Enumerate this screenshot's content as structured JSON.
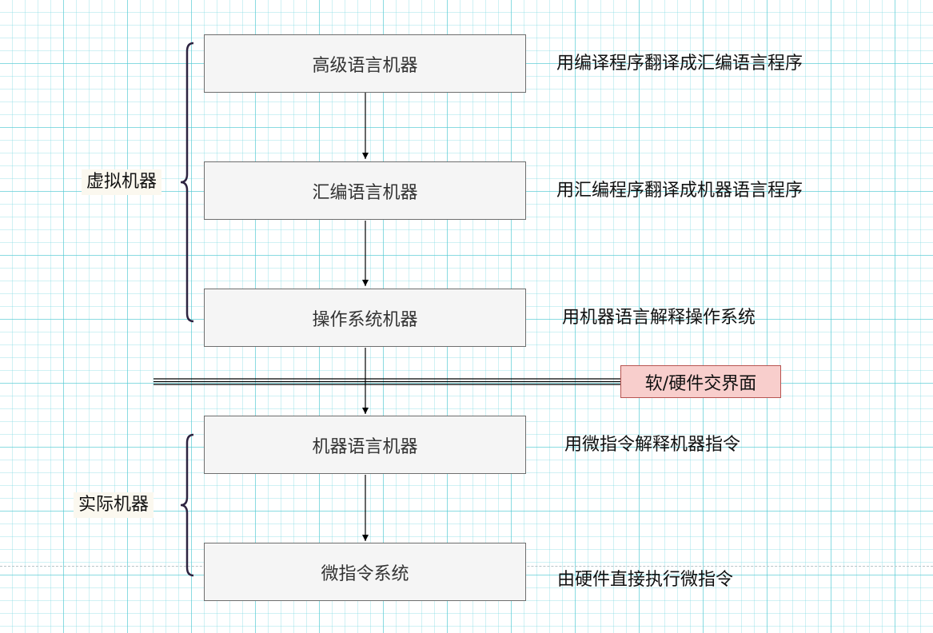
{
  "boxes": [
    {
      "label": "高级语言机器"
    },
    {
      "label": "汇编语言机器"
    },
    {
      "label": "操作系统机器"
    },
    {
      "label": "机器语言机器"
    },
    {
      "label": "微指令系统"
    }
  ],
  "descriptions": [
    "用编译程序翻译成汇编语言程序",
    "用汇编程序翻译成机器语言程序",
    "用机器语言解释操作系统",
    "用微指令解释机器指令",
    "由硬件直接执行微指令"
  ],
  "groups": {
    "virtual": "虚拟机器",
    "real": "实际机器"
  },
  "interface_label": "软/硬件交界面",
  "colors": {
    "box_fill": "#f5f5f5",
    "box_border": "#6e6e6e",
    "interface_fill": "#f8cecc",
    "interface_border": "#b85450",
    "brace": "#2e2340",
    "grid": "#50c8d2"
  }
}
